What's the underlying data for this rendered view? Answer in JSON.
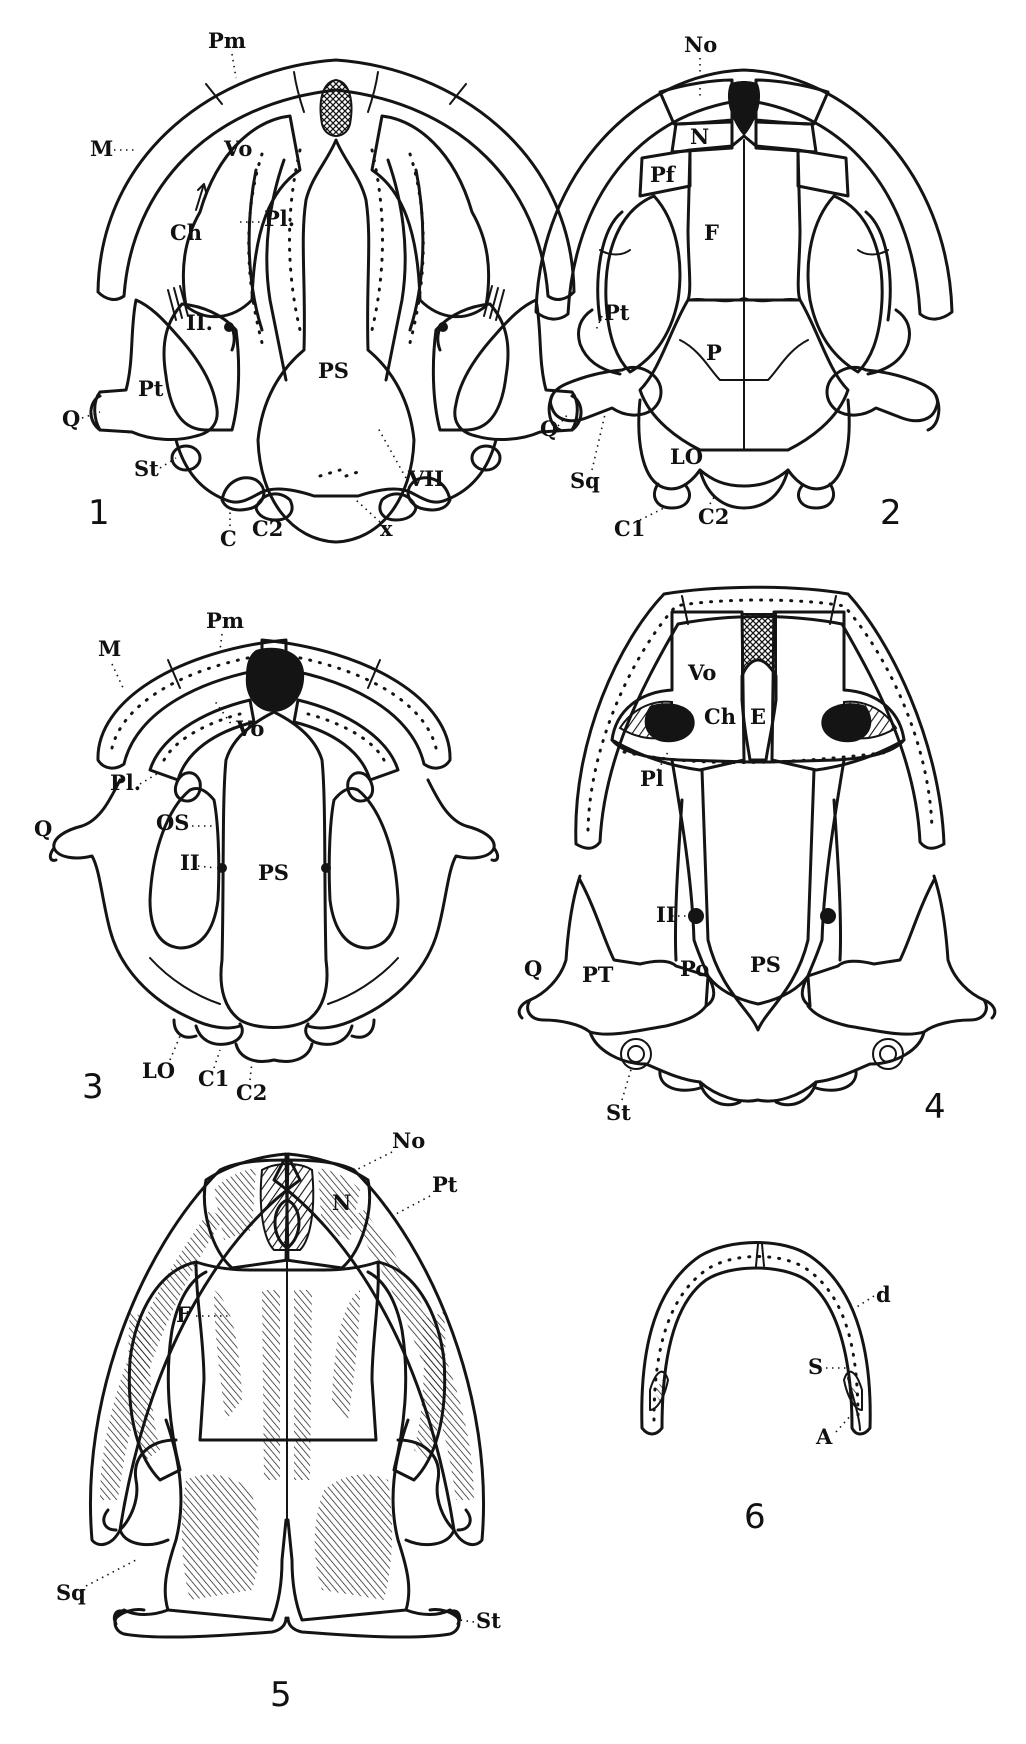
{
  "figure_numbers": [
    "1",
    "2",
    "3",
    "4",
    "5",
    "6"
  ],
  "fig1": {
    "labels": {
      "pm": "Pm",
      "m": "M",
      "vo": "Vo",
      "ch": "Ch",
      "pl": "Pl.",
      "ii": "II.",
      "ps": "PS",
      "pt": "Pt",
      "q": "Q",
      "st": "St",
      "vii": "VII",
      "c": "C",
      "c2": "C2",
      "x": "x"
    }
  },
  "fig2": {
    "labels": {
      "no": "No",
      "n": "N",
      "pf": "Pf",
      "f": "F",
      "pt": "Pt",
      "p": "P",
      "q": "Q",
      "sq": "Sq",
      "lo": "LO",
      "c1": "C1",
      "c2": "C2"
    }
  },
  "fig3": {
    "labels": {
      "pm": "Pm",
      "m": "M",
      "vo": "Vo",
      "pl": "Pl.",
      "q": "Q",
      "os": "OS",
      "ii": "II",
      "ps": "PS",
      "lo": "LO",
      "c1": "C1",
      "c2": "C2"
    }
  },
  "fig4": {
    "labels": {
      "vo": "Vo",
      "ch": "Ch",
      "e": "E",
      "pl": "Pl",
      "ii": "II",
      "q": "Q",
      "pt": "PT",
      "po": "Po",
      "ps": "PS",
      "st": "St"
    }
  },
  "fig5": {
    "labels": {
      "no": "No",
      "pt": "Pt",
      "n": "N",
      "f": "F",
      "sq": "Sq",
      "st": "St"
    }
  },
  "fig6": {
    "labels": {
      "d": "d",
      "s": "S",
      "a": "A"
    }
  }
}
